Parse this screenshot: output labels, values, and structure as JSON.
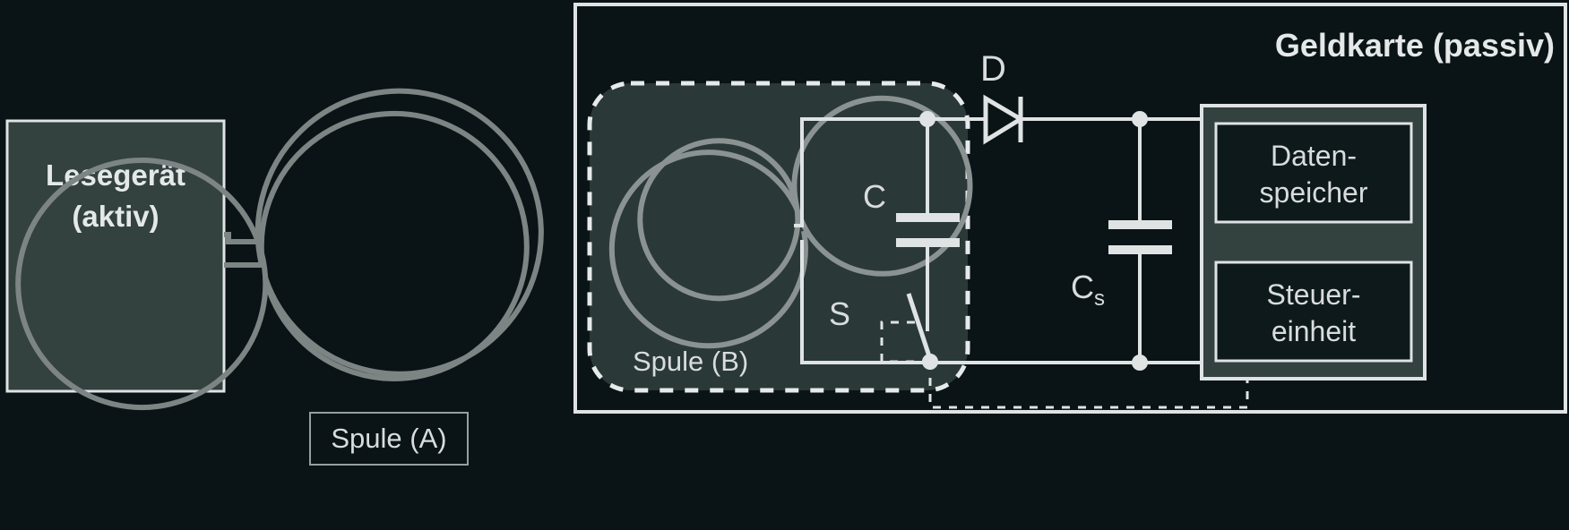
{
  "diagram": {
    "title_active_device": "Lesegerät\n(aktiv)",
    "reader": {
      "line1": "Lesegerät",
      "line2": "(aktiv)"
    },
    "coil_a_label": "Spule (A)",
    "card_title": "Geldkarte (passiv)",
    "coil_b_label": "Spule (B)",
    "diode_label": "D",
    "capacitor_c_label": "C",
    "switch_label": "S",
    "capacitor_cs_label": "C",
    "capacitor_cs_sub": "s",
    "data_memory": {
      "line1": "Daten-",
      "line2": "speicher"
    },
    "control_unit": {
      "line1": "Steuer-",
      "line2": "einheit"
    }
  },
  "colors": {
    "background": "#0a1417",
    "panel_fill": "#33413f",
    "stroke_light": "#dfe3e3",
    "coil_stroke": "#7d8584",
    "text": "#d8dcdc"
  }
}
